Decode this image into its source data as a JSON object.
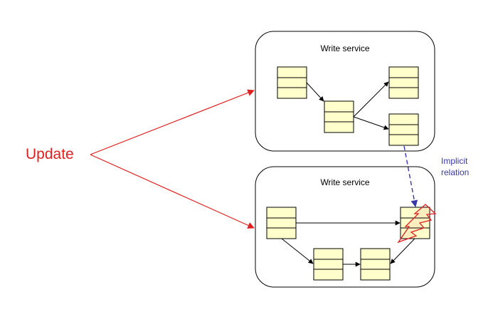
{
  "diagram": {
    "update_label": "Update",
    "services": [
      {
        "title": "Write service"
      },
      {
        "title": "Write service"
      }
    ],
    "implicit_relation": [
      "Implicit",
      "relation"
    ],
    "colors": {
      "update": "#e02020",
      "implicit": "#3838a8",
      "table_fill": "#ffffcc",
      "stroke": "#000000",
      "conflict": "#e02020"
    }
  }
}
